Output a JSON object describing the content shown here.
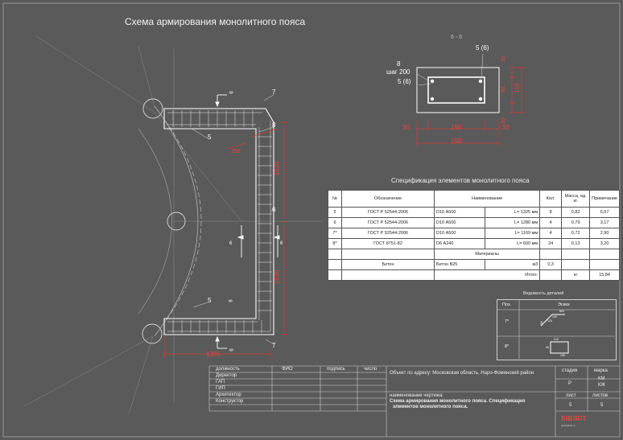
{
  "title": "Схема армирования монолитного пояса",
  "plan": {
    "label_5_top": "5",
    "label_5_bottom": "5",
    "label_6_top": "6",
    "label_6_mid_left": "6",
    "label_6_mid_right": "6",
    "label_6_right": "6",
    "label_6_bottom": "6",
    "label_7_top": "7",
    "label_7_bottom": "7",
    "label_8": "8",
    "dim_250": "250",
    "dim_1520": "1520",
    "dim_1530": "1530",
    "dim_1385": "1385"
  },
  "section": {
    "title": "6 - 6",
    "label_8": "8",
    "label_step": "шаг 200",
    "label_5_6_left": "5 (6)",
    "label_5_6_right": "5 (6)",
    "dim_30_top": "30",
    "dim_90": "90",
    "dim_150": "150",
    "dim_30_bottom": "30",
    "dim_30_left": "30",
    "dim_190": "190",
    "dim_30_right": "30",
    "dim_250": "250"
  },
  "spec": {
    "title": "Спецификация элементов монолитного пояса",
    "headers": {
      "no": "№",
      "designation": "Обозначение",
      "name": "Наименование",
      "qty": "Кол.",
      "mass": "Масса, ед. кг.",
      "note": "Примечание"
    },
    "rows": [
      {
        "no": "5",
        "designation": "ГОСТ Р 52544-2006",
        "name": "D10 А500",
        "length": "L= 1325 мм",
        "qty": "8",
        "mass": "0,82",
        "note": "6,57"
      },
      {
        "no": "6",
        "designation": "ГОСТ Р 52544-2006",
        "name": "D10 А500",
        "length": "L= 1280 мм",
        "qty": "4",
        "mass": "0,79",
        "note": "3,17"
      },
      {
        "no": "7*",
        "designation": "ГОСТ Р 52544-2006",
        "name": "D10 А500",
        "length": "L= 1169 мм",
        "qty": "4",
        "mass": "0,72",
        "note": "2,90"
      },
      {
        "no": "8*",
        "designation": "ГОСТ 8751-82",
        "name": "D6 А240",
        "length": "L= 600 мм",
        "qty": "24",
        "mass": "0,13",
        "note": "3,20"
      }
    ],
    "materials_header": "Материалы",
    "material_row": {
      "designation": "Бетон",
      "name": "Бетон В25",
      "unit": "м3",
      "qty": "0,3"
    },
    "total_label": "Итого:",
    "total_unit": "кг",
    "total_value": "15,84"
  },
  "vedomost": {
    "title": "Ведомость деталей",
    "col_pos": "Поз.",
    "col_sketch": "Эскиз",
    "row1_pos": "7*",
    "row2_pos": "8*",
    "s1_a": "800",
    "s1_b": "100",
    "s1_c": "120",
    "s1_d": "150",
    "s2_a": "210",
    "s2_b": "90",
    "s2_c": "190"
  },
  "stamp": {
    "col_role": "должность",
    "col_fio": "ФИО",
    "col_sign": "подпись",
    "col_date": "число",
    "roles": [
      "Директор",
      "ГАП",
      "ГИП",
      "Архитектор",
      "Конструктор"
    ],
    "object": "Объект по адресу: Московская область, Наро-Фоминский район",
    "drawing_label": "наименование чертежа:",
    "drawing_name_1": "Схема армирования монолитного пояса. Спецификация",
    "drawing_name_2": "элементов монолитного пояса.",
    "stage_label": "стадия",
    "stage_value": "Р",
    "mark_label": "марка",
    "mark_value_1": "КМ",
    "mark_value_2": "КЖ",
    "sheet_label": "лист",
    "sheet_value": "5",
    "sheets_label": "листов",
    "sheets_value": "5"
  },
  "logo": {
    "name": "SIBIRIT",
    "site": "www.sibirit.ru"
  },
  "colors": {
    "background": "#5a5a5a",
    "dimension": "#d63a3a",
    "rebar": "#ffffff",
    "table_bg": "#ffffff",
    "logo": "#e84b3a"
  }
}
